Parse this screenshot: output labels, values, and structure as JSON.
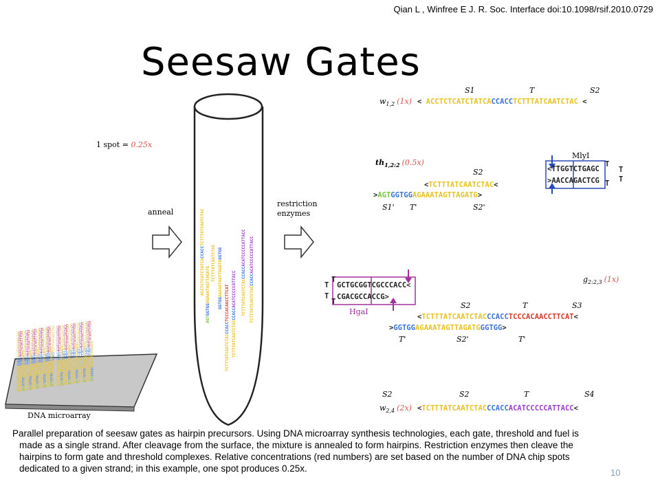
{
  "citation": "Qian L , Winfree E J. R. Soc. Interface doi:10.1098/rsif.2010.0729",
  "title": "Seesaw Gates",
  "panel_labels": {
    "spot": "1 spot = ",
    "spot_value": "0.25x",
    "anneal": "anneal",
    "restriction_1": "restriction",
    "restriction_2": "enzymes",
    "microarray": "DNA microarray",
    "mlyi": "MlyI",
    "hgai": "HgaI"
  },
  "colors": {
    "yellow": "#e8c21e",
    "green": "#7cc142",
    "orange": "#f08a1d",
    "blue": "#3b73d6",
    "red": "#d83a2a",
    "purple": "#9b3fc8",
    "black": "#222222",
    "box_blue": "#2848b8",
    "box_purple": "#a0309a",
    "conc_red": "#d9534f"
  },
  "strands": {
    "w12": {
      "name": "w",
      "sub": "1,2",
      "conc": "(1x)",
      "domains": [
        "S1",
        "T",
        "S2"
      ],
      "seq_parts": [
        {
          "text": "ACCTCTCATCTATCA",
          "color": "#e8c21e"
        },
        {
          "text": "CCACC",
          "color": "#3b73d6"
        },
        {
          "text": "TCTTTATCAATCTAC",
          "color": "#e8c21e"
        }
      ]
    },
    "th122": {
      "name": "th",
      "sub": "1,2:2",
      "conc": "(0.5x)",
      "top_domain": "S2",
      "top_seq": "TCTTTATCAATCTAC",
      "bottom_seq_parts": [
        {
          "text": "AGT",
          "color": "#7cc142"
        },
        {
          "text": "GGTGG",
          "color": "#3b73d6"
        },
        {
          "text": "AGAAATAGTTAGATG",
          "color": "#e8c21e"
        }
      ],
      "bottom_domains": [
        "S1'",
        "T'",
        "S2'"
      ],
      "hairpin_top": "TTGGTCTGAGC",
      "hairpin_bottom": "AACCAGACTCG",
      "loop": "T"
    },
    "g223": {
      "name": "g",
      "sub": "2:2,3",
      "conc": "(1x)",
      "hairpin_top": "GCTGCGGTCGCCCACC",
      "hairpin_bottom": "CGACGCCACCG",
      "loop": "T",
      "top_domains": [
        "S2",
        "T",
        "S3"
      ],
      "top_seq_parts": [
        {
          "text": "TCTTTATCAATCTAC",
          "color": "#e8c21e"
        },
        {
          "text": "CCACC",
          "color": "#3b73d6"
        },
        {
          "text": "TCCCACAACCTTCAT",
          "color": "#d83a2a"
        }
      ],
      "bottom_seq_parts": [
        {
          "text": "GGTGG",
          "color": "#3b73d6"
        },
        {
          "text": "AGAAATAGTTAGATG",
          "color": "#e8c21e"
        },
        {
          "text": "GGTGG",
          "color": "#3b73d6"
        }
      ],
      "bottom_domains": [
        "T'",
        "S2'",
        "T'"
      ]
    },
    "w24": {
      "name": "w",
      "sub": "2,4",
      "conc": "(2x)",
      "domains": [
        "S2",
        "T",
        "S4"
      ],
      "seq_parts": [
        {
          "text": "TCTTTATCAATCTAC",
          "color": "#e8c21e"
        },
        {
          "text": "CCACC",
          "color": "#3b73d6"
        },
        {
          "text": "ACATCCCCCATTACC",
          "color": "#9b3fc8"
        }
      ]
    }
  },
  "caption": "Parallel preparation of seesaw gates as hairpin precursors. Using DNA microarray synthesis technologies, each gate, threshold and fuel is made as a single strand. After cleavage from the surface, the mixture is annealed to form hairpins. Restriction enzymes then cleave the hairpins to form gate and threshold complexes. Relative concentrations (red numbers) are set based on the number of DNA chip spots dedicated to a given strand; in this example, one spot produces 0.25x.",
  "slide_number": "10"
}
